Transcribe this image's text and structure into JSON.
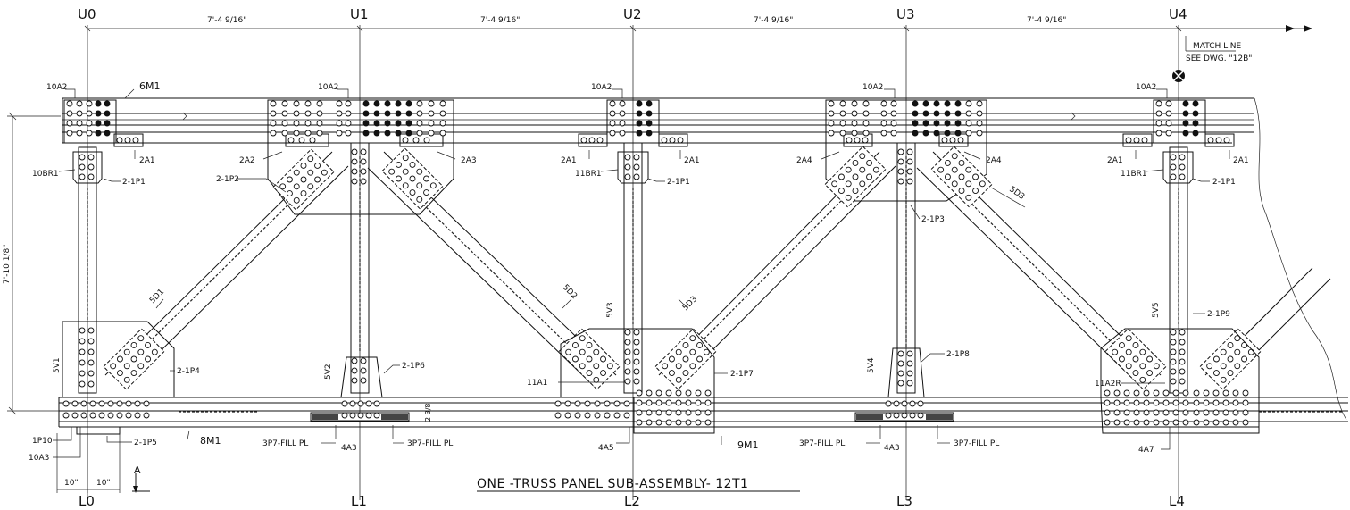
{
  "title": "ONE -TRUSS PANEL SUB-ASSEMBLY- 12T1",
  "grid_top": [
    "U0",
    "U1",
    "U2",
    "U3",
    "U4"
  ],
  "grid_bottom": [
    "L0",
    "L1",
    "L2",
    "L3",
    "L4"
  ],
  "panel_dim": "7'-4 9/16\"",
  "height_dim": "7'-10 1/8\"",
  "match_line": [
    "MATCH LINE",
    "SEE DWG. \"12B\""
  ],
  "labels": {
    "top_chord": "6M1",
    "bottom_chord_1": "8M1",
    "bottom_chord_2": "9M1",
    "a10a2": "10A2",
    "a2a1": "2A1",
    "a2a2": "2A2",
    "a2a3": "2A3",
    "a2a4": "2A4",
    "a10br1": "10BR1",
    "a11br1": "11BR1",
    "p1": "2-1P1",
    "p2": "2-1P2",
    "p3": "2-1P3",
    "p4": "2-1P4",
    "p5": "2-1P5",
    "p6": "2-1P6",
    "p7": "2-1P7",
    "p8": "2-1P8",
    "p9": "2-1P9",
    "d1": "5D1",
    "d2": "5D2",
    "d3": "5D3",
    "v1": "5V1",
    "v2": "5V2",
    "v3": "5V3",
    "v4": "5V4",
    "v5": "5V5",
    "a11a1": "11A1",
    "a11a2r": "11A2R",
    "a4a3": "4A3",
    "a4a5": "4A5",
    "a4a7": "4A7",
    "a10a3": "10A3",
    "p10": "1P10",
    "fill": "3P7-FILL PL",
    "dim10": "10\"",
    "section": "A",
    "dim_small": "2 3/8"
  }
}
